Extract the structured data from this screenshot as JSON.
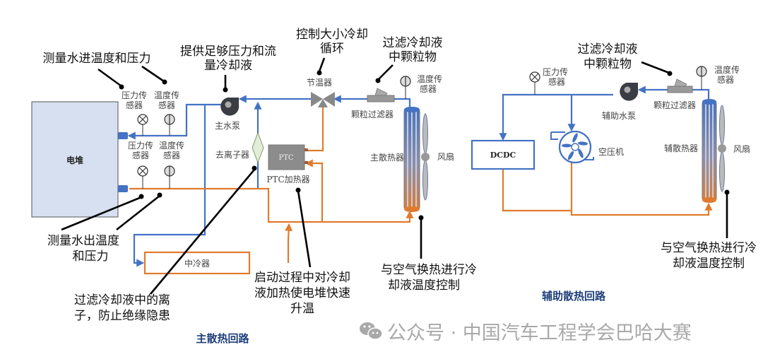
{
  "main_loop": {
    "title": "主散热回路",
    "stack_label": "电堆",
    "inlet_sensors": {
      "pressure": [
        "压力传",
        "感器"
      ],
      "temperature": [
        "温度传",
        "感器"
      ]
    },
    "outlet_sensors": {
      "pressure": [
        "压力传",
        "感器"
      ],
      "temperature": [
        "温度传",
        "感器"
      ]
    },
    "pump_label": "主水泵",
    "deionizer_label": "去离子器",
    "ptc_box_label": "PTC",
    "ptc_label": "PTC加热器",
    "thermostat_label": "节温器",
    "filter_label": "颗粒过滤器",
    "radiator_temp_sensor": [
      "温度传",
      "感器"
    ],
    "radiator_label": "主散热器",
    "fan_label": "风扇",
    "intercooler_label": "中冷器",
    "annotations": {
      "inlet": "测量水进温度和压力",
      "pump": [
        "提供足够压力和流",
        "量冷却液"
      ],
      "thermostat": [
        "控制大小冷却",
        "循环"
      ],
      "filter": [
        "过滤冷却液",
        "中颗粒物"
      ],
      "outlet": [
        "测量水出温度",
        "和压力"
      ],
      "deionizer": [
        "过滤冷却液中的离",
        "子，防止绝缘隐患"
      ],
      "ptc": [
        "启动过程中对冷却",
        "液加热使电堆快速",
        "升温"
      ],
      "radiator": [
        "与空气换热进行冷",
        "却液温度控制"
      ]
    }
  },
  "aux_loop": {
    "title": "辅助散热回路",
    "pressure_sensor": [
      "压力传",
      "感器"
    ],
    "pump_label": "辅助水泵",
    "filter_label": "颗粒过滤器",
    "temp_sensor": [
      "温度传",
      "感器"
    ],
    "dcdc_label": "DCDC",
    "compressor_label": "空压机",
    "radiator_label": "辅散热器",
    "fan_label": "风扇",
    "annotations": {
      "filter": [
        "过滤冷却液",
        "中颗粒物"
      ],
      "radiator": [
        "与空气换热进行冷",
        "却液温度控制"
      ]
    }
  },
  "watermark": "公众号 · 中国汽车工程学会巴哈大赛",
  "colors": {
    "cold_pipe": "#4472c4",
    "hot_pipe": "#e07b2e",
    "stack_fill": "#d6e0f0",
    "title": "#1f3f7a"
  }
}
